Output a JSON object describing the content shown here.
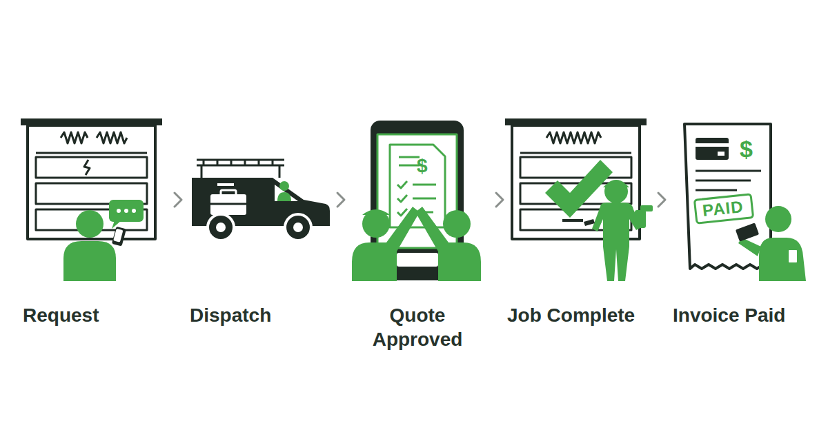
{
  "diagram": {
    "nodes": [
      {
        "text": [
          "Request"
        ]
      },
      {
        "text": [
          "Dispatch"
        ]
      },
      {
        "text": [
          "Quote Approved"
        ]
      },
      {
        "text": [
          "Job Complete"
        ]
      },
      {
        "text": [
          "Invoice Paid"
        ]
      }
    ],
    "edges": [
      {
        "from": 0,
        "to": 1,
        "arrow": "to"
      },
      {
        "from": 1,
        "to": 2,
        "arrow": "to"
      },
      {
        "from": 2,
        "to": 3,
        "arrow": "to"
      },
      {
        "from": 3,
        "to": 4,
        "arrow": "to"
      }
    ],
    "labels": [
      "$",
      "$",
      "PAID"
    ]
  }
}
